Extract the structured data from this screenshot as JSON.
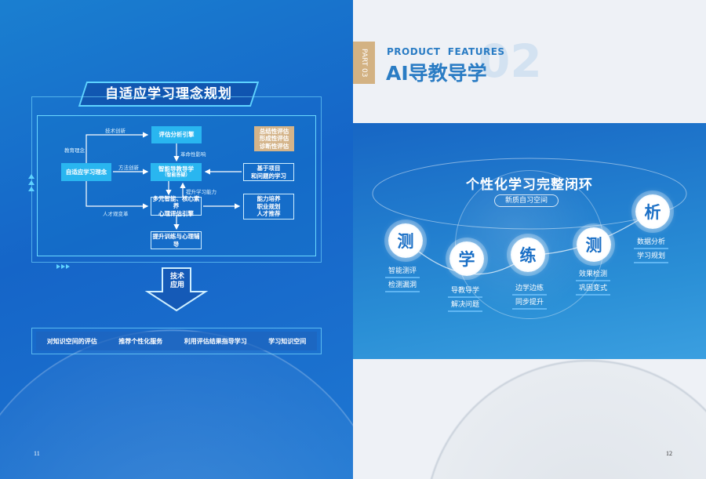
{
  "left": {
    "title": "自适应学习理念规划",
    "diagram": {
      "eval_engine": "评估分析引擎",
      "eval_types": [
        "总结性评估",
        "形成性评估",
        "诊断性评估"
      ],
      "adaptive": "自适应学习理念",
      "smart_teach": "智能导教导学",
      "smart_teach_sub": "（智能答疑）",
      "project": [
        "基于项目",
        "和问题的学习"
      ],
      "multi": [
        "多元智能、核心素养",
        "心理评估引擎"
      ],
      "ability": [
        "能力培养",
        "职业规划",
        "人才推荐"
      ],
      "training": "提升训练与心理辅导",
      "labels": {
        "tech": "技术创新",
        "edu": "教育理念",
        "method": "方法创新",
        "revolution": "革命性影响",
        "improve": "提升学习能力",
        "talent": "人才观变革"
      }
    },
    "arrow_text": "技术应用",
    "bar_items": [
      "对知识空间的评估",
      "推荐个性化服务",
      "利用评估结果指导学习",
      "学习知识空间"
    ],
    "page": "11"
  },
  "right": {
    "part": "PART 03",
    "subtitle": "PRODUCT  FEATURES",
    "title": "AI导教导学",
    "big_num": "02",
    "loop_title": "个性化学习完整闭环",
    "loop_sub": "新质自习空间",
    "nodes": [
      {
        "char": "测",
        "tags": [
          "智能测评",
          "检测漏洞"
        ]
      },
      {
        "char": "学",
        "tags": [
          "导教导学",
          "解决问题"
        ]
      },
      {
        "char": "练",
        "tags": [
          "边学边练",
          "同步提升"
        ]
      },
      {
        "char": "测",
        "tags": [
          "效果检测",
          "巩固变式"
        ]
      },
      {
        "char": "析",
        "tags": [
          "数据分析",
          "学习规划"
        ]
      }
    ],
    "page": "12"
  }
}
